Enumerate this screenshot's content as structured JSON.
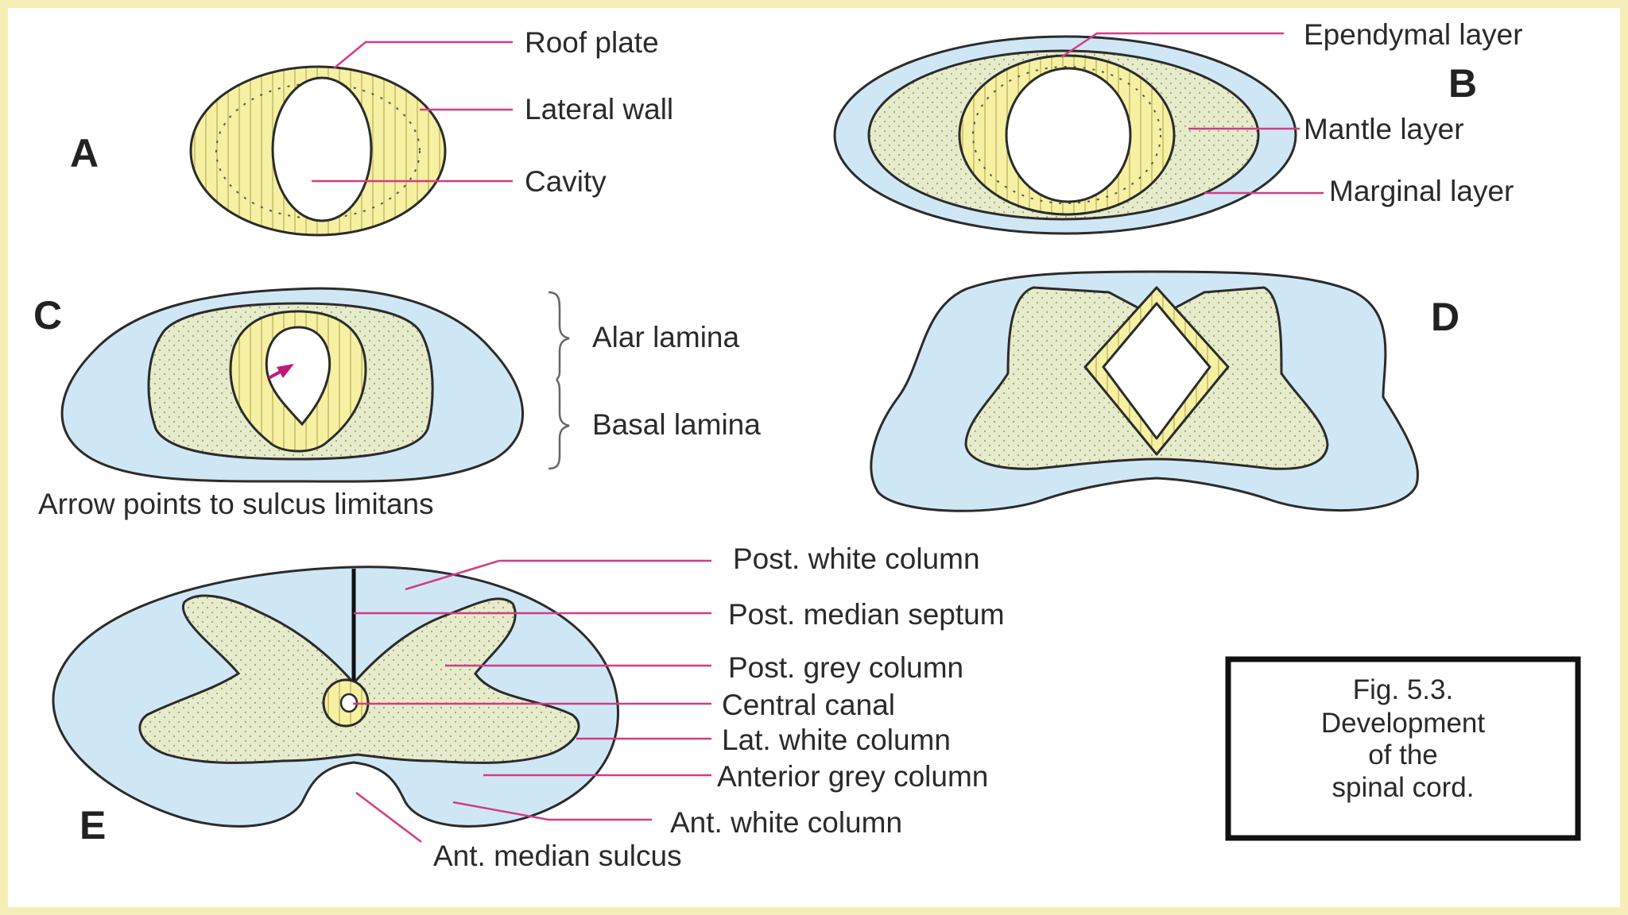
{
  "panels": {
    "a": "A",
    "b": "B",
    "c": "C",
    "d": "D",
    "e": "E"
  },
  "labels": {
    "roof_plate": "Roof plate",
    "lateral_wall": "Lateral wall",
    "cavity": "Cavity",
    "ependymal_layer": "Ependymal layer",
    "mantle_layer": "Mantle layer",
    "marginal_layer": "Marginal layer",
    "alar_lamina": "Alar lamina",
    "basal_lamina": "Basal lamina",
    "arrow_note": "Arrow points to sulcus limitans",
    "post_white_column": "Post. white column",
    "post_median_septum": "Post. median septum",
    "post_grey_column": "Post. grey column",
    "central_canal": "Central canal",
    "lat_white_column": "Lat. white column",
    "anterior_grey_column": "Anterior grey column",
    "ant_white_column": "Ant. white column",
    "ant_median_sulcus": "Ant. median sulcus"
  },
  "caption": {
    "line1": "Fig. 5.3.",
    "line2": "Development",
    "line3": "of the",
    "line4": "spinal cord."
  },
  "colors": {
    "background": "#fdfbe8",
    "white_matter": "#cfe7f5",
    "grey_matter": "#e6eccb",
    "ependymal": "#f6f0a3",
    "leader": "#d23c86",
    "outline": "#2b2b2b"
  }
}
